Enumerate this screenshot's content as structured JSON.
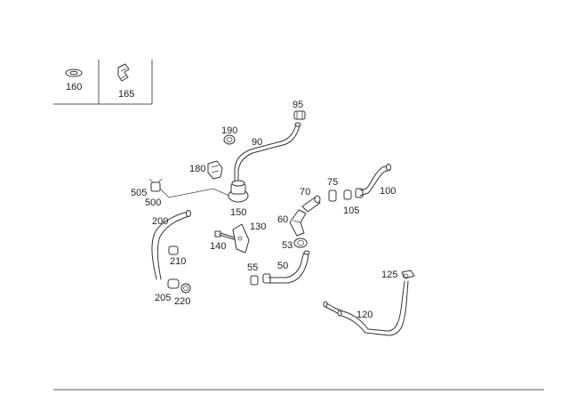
{
  "legend": {
    "left_callout": "160",
    "right_callout": "165"
  },
  "callouts": {
    "c95": "95",
    "c190": "190",
    "c90": "90",
    "c180": "180",
    "c505": "505",
    "c500": "500",
    "c150": "150",
    "c75": "75",
    "c70": "70",
    "c100": "100",
    "c105": "105",
    "c60": "60",
    "c200": "200",
    "c130": "130",
    "c140": "140",
    "c53": "53",
    "c210": "210",
    "c55": "55",
    "c50": "50",
    "c125": "125",
    "c205": "205",
    "c220": "220",
    "c120": "120"
  }
}
